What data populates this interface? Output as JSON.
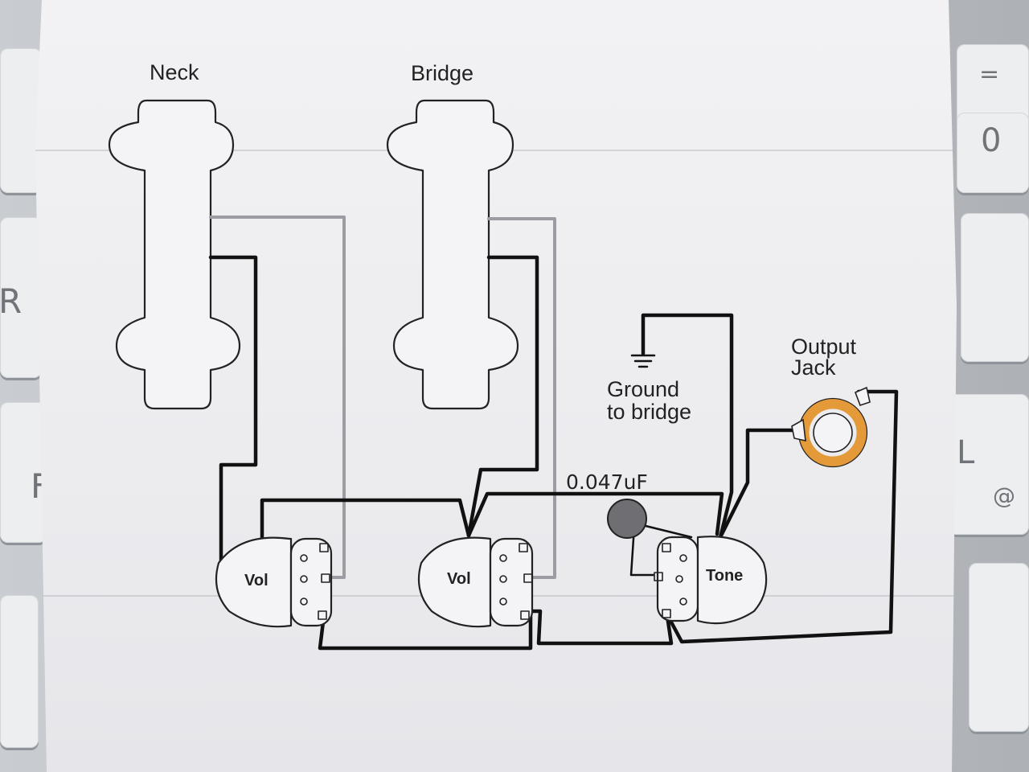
{
  "labels": {
    "neck": "Neck",
    "bridge": "Bridge",
    "ground_line1": "Ground",
    "ground_line2": "to bridge",
    "output_line1": "Output",
    "output_line2": "Jack",
    "capacitor": "0.047uF",
    "vol_neck": "Vol",
    "vol_bridge": "Vol",
    "tone": "Tone"
  },
  "keys": {
    "equals": "=",
    "zero": "0",
    "r": "R",
    "f": "F",
    "l": "L",
    "at": "@"
  },
  "colors": {
    "wire_black": "#111111",
    "wire_gray": "#9c9ca2",
    "jack_ring": "#e59a3a",
    "capacitor": "#6e6e73"
  }
}
